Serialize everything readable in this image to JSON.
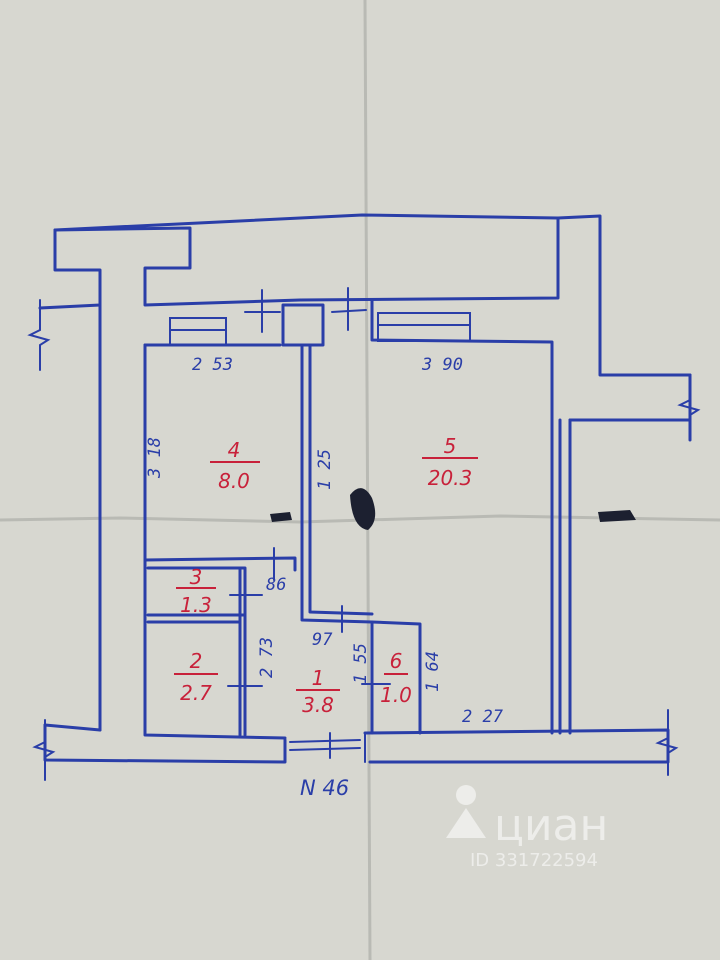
{
  "plan": {
    "apartment_label": "N 46",
    "rooms": [
      {
        "number": "1",
        "area": "3.8"
      },
      {
        "number": "2",
        "area": "2.7"
      },
      {
        "number": "3",
        "area": "1.3"
      },
      {
        "number": "4",
        "area": "8.0"
      },
      {
        "number": "5",
        "area": "20.3"
      },
      {
        "number": "6",
        "area": "1.0"
      }
    ],
    "dimensions": {
      "room4_width": "2 53",
      "room5_width": "3 90",
      "room4_height": "3 18",
      "corridor_length": "1 25",
      "room3_width": "86",
      "room2_height": "2 73",
      "hall_width": "97",
      "room6_width": "1 55",
      "room6_height": "1 64",
      "room5_lower": "2 27"
    }
  },
  "watermark": {
    "brand": "циан",
    "id": "ID 331722594"
  },
  "colors": {
    "paper": "#d7d7d0",
    "ink_blue": "#2a3ea8",
    "ink_red": "#c8213a"
  }
}
